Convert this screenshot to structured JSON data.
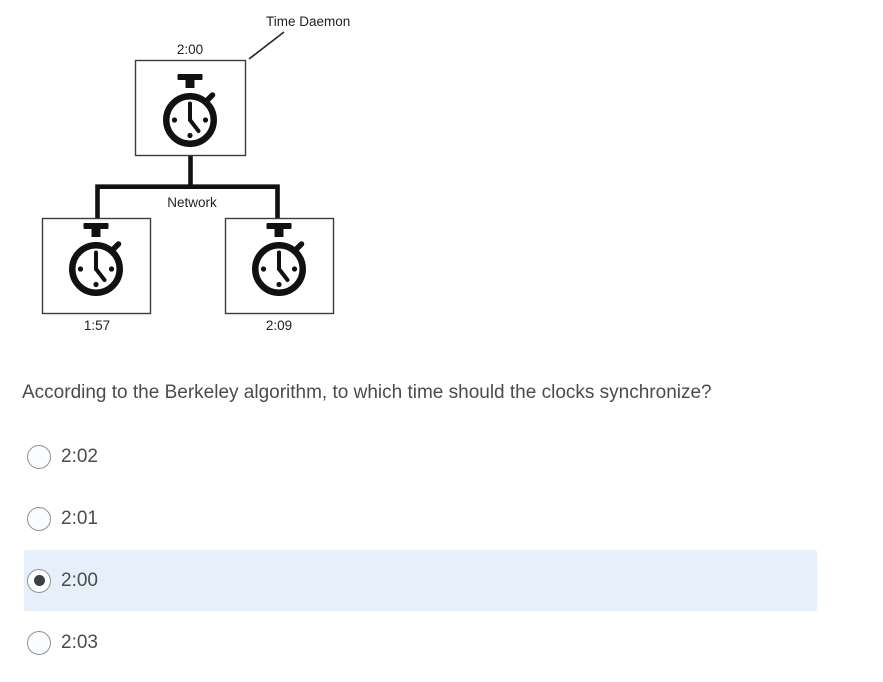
{
  "diagram": {
    "labels": {
      "time_daemon": "Time Daemon",
      "network": "Network"
    },
    "times": {
      "daemon": "2:00",
      "client_left": "1:57",
      "client_right": "2:09"
    }
  },
  "question": {
    "text": "According to the Berkeley algorithm, to which time should the clocks synchronize?",
    "options": [
      {
        "label": "2:02",
        "selected": false
      },
      {
        "label": "2:01",
        "selected": false
      },
      {
        "label": "2:00",
        "selected": true
      },
      {
        "label": "2:03",
        "selected": false
      }
    ]
  },
  "colors": {
    "option_highlight": "#e5f0fa",
    "option_text": "#494c4e",
    "radio_border": "#8f9396",
    "radio_dot": "#3b3f42",
    "diagram_ink": "#111111",
    "box_border": "#3d3d3d"
  }
}
